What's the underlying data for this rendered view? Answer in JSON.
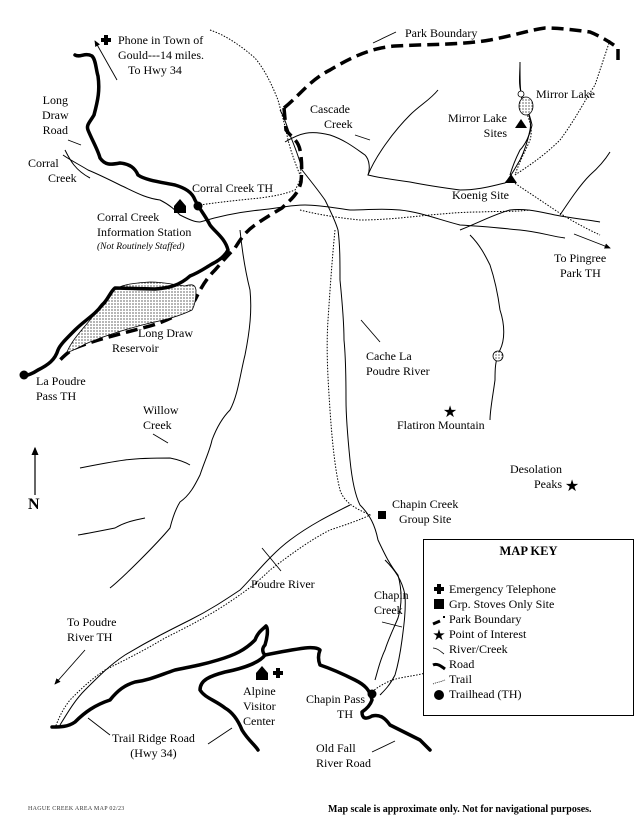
{
  "map": {
    "title_footer": "HAGUE CREEK AREA MAP 02/23",
    "disclaimer": "Map scale is approximate only.  Not for navigational purposes.",
    "north_label": "N",
    "labels": {
      "phone_gould_1": "Phone in Town of",
      "phone_gould_2": "Gould---14 miles.",
      "phone_gould_3": "To Hwy 34",
      "park_boundary": "Park Boundary",
      "long_draw_road_1": "Long",
      "long_draw_road_2": "Draw",
      "long_draw_road_3": "Road",
      "corral_creek_1": "Corral",
      "corral_creek_2": "Creek",
      "cascade_creek_1": "Cascade",
      "cascade_creek_2": "Creek",
      "mirror_lake": "Mirror Lake",
      "mirror_lake_sites_1": "Mirror Lake",
      "mirror_lake_sites_2": "Sites",
      "corral_creek_th": "Corral Creek TH",
      "koenig_site": "Koenig Site",
      "info_station_1": "Corral Creek",
      "info_station_2": "Information Station",
      "info_station_note": "(Not Routinely Staffed)",
      "to_pingree_1": "To Pingree",
      "to_pingree_2": "Park TH",
      "long_draw_res_1": "Long Draw",
      "long_draw_res_2": "Reservoir",
      "cache_la_poudre_1": "Cache La",
      "cache_la_poudre_2": "Poudre River",
      "la_poudre_pass_1": "La Poudre",
      "la_poudre_pass_2": "Pass TH",
      "willow_creek_1": "Willow",
      "willow_creek_2": "Creek",
      "flatiron_mountain": "Flatiron Mountain",
      "desolation_peaks_1": "Desolation",
      "desolation_peaks_2": "Peaks",
      "chapin_creek_group_1": "Chapin Creek",
      "chapin_creek_group_2": "Group Site",
      "poudre_river": "Poudre River",
      "chapin_creek_1": "Chapin",
      "chapin_creek_2": "Creek",
      "to_poudre_river_1": "To Poudre",
      "to_poudre_river_2": "River TH",
      "alpine_vc_1": "Alpine",
      "alpine_vc_2": "Visitor",
      "alpine_vc_3": "Center",
      "chapin_pass_1": "Chapin Pass",
      "chapin_pass_2": "TH",
      "trail_ridge_1": "Trail Ridge Road",
      "trail_ridge_2": "(Hwy 34)",
      "old_fall_river_1": "Old Fall",
      "old_fall_river_2": "River Road"
    },
    "key": {
      "title": "MAP KEY",
      "items": [
        {
          "symbol": "cross-icon",
          "label": "Emergency Telephone"
        },
        {
          "symbol": "square-icon",
          "label": "Grp. Stoves Only Site"
        },
        {
          "symbol": "dashed-line-icon",
          "label": "Park Boundary"
        },
        {
          "symbol": "star-icon",
          "label": "Point of Interest"
        },
        {
          "symbol": "thin-line-icon",
          "label": "River/Creek"
        },
        {
          "symbol": "thick-line-icon",
          "label": "Road"
        },
        {
          "symbol": "dotted-line-icon",
          "label": "Trail"
        },
        {
          "symbol": "circle-icon",
          "label": "Trailhead (TH)"
        }
      ]
    }
  }
}
